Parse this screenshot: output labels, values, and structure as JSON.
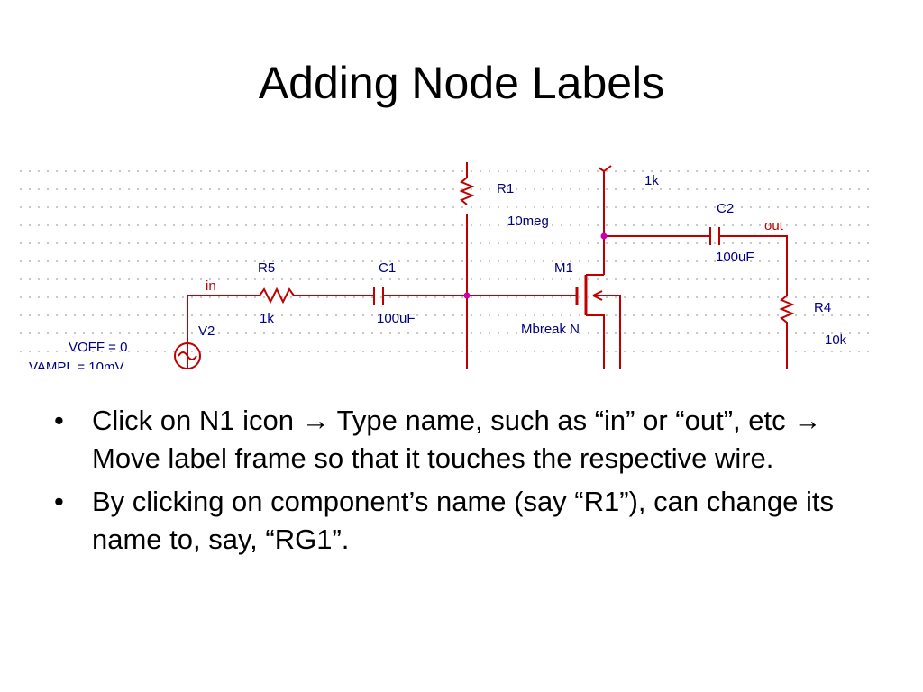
{
  "slide": {
    "title": "Adding Node Labels"
  },
  "schematic": {
    "labels": {
      "r1_name": "R1",
      "r1_value": "10meg",
      "r5_name": "R5",
      "r5_value": "1k",
      "c1_name": "C1",
      "c1_value": "100uF",
      "m1_name": "M1",
      "m1_model": "Mbreak N",
      "c2_name": "C2",
      "c2_value": "100uF",
      "drain_res_value": "1k",
      "r4_name": "R4",
      "r4_value": "10k",
      "node_in": "in",
      "node_out": "out",
      "v2_name": "V2",
      "voff": "VOFF = 0",
      "vampl": "VAMPL = 10mV"
    },
    "colors": {
      "wire": "#c00000",
      "text": "#000080",
      "node": "#c00000",
      "dot": "#cc00aa",
      "grid": "#c8c8c8"
    }
  },
  "bullets": [
    {
      "seg1": "Click on N1 icon",
      "arrow": "→",
      "seg2": "Type name, such as “in” or “out”, etc",
      "seg3": "Move label frame so that it touches the respective wire."
    },
    {
      "text": "By clicking on component’s name (say “R1”), can change its name to, say, “RG1”."
    }
  ]
}
